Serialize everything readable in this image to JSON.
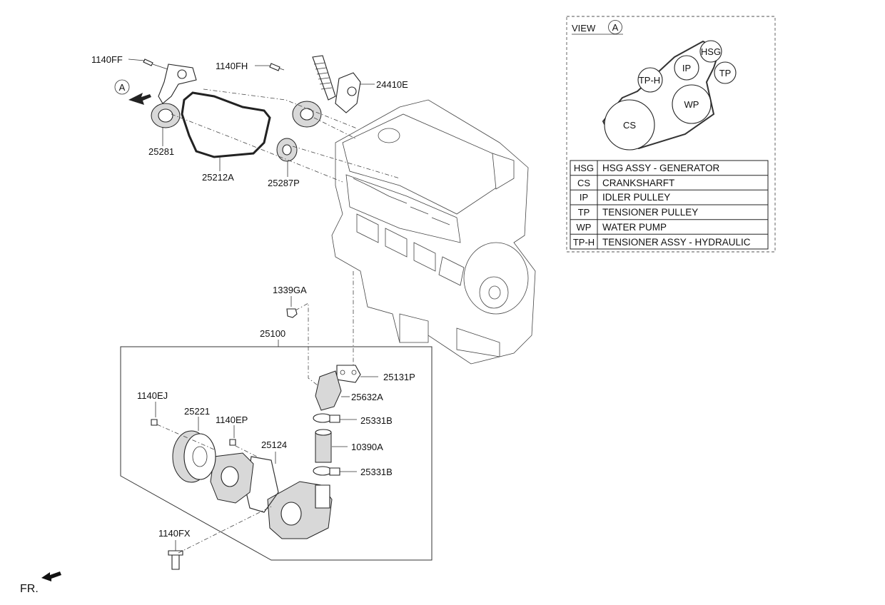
{
  "parts": {
    "p1140FF": "1140FF",
    "p1140FH": "1140FH",
    "p24410E": "24410E",
    "p25281": "25281",
    "p25212A": "25212A",
    "p25287P": "25287P",
    "p1339GA": "1339GA",
    "p25100": "25100",
    "p25131P": "25131P",
    "p25632A": "25632A",
    "p25331B_top": "25331B",
    "p10390A": "10390A",
    "p25331B_bottom": "25331B",
    "p1140EJ": "1140EJ",
    "p25221": "25221",
    "p1140EP": "1140EP",
    "p25124": "25124",
    "p1140FX": "1140FX"
  },
  "view_marker": "A",
  "front_label": "FR.",
  "view_box": {
    "title": "VIEW",
    "marker": "A",
    "pulleys": {
      "hsg": "HSG",
      "ip": "IP",
      "tph": "TP-H",
      "tp": "TP",
      "wp": "WP",
      "cs": "CS"
    }
  },
  "legend": [
    {
      "code": "HSG",
      "desc": "HSG ASSY - GENERATOR"
    },
    {
      "code": "CS",
      "desc": "CRANKSHARFT"
    },
    {
      "code": "IP",
      "desc": "IDLER PULLEY"
    },
    {
      "code": "TP",
      "desc": "TENSIONER PULLEY"
    },
    {
      "code": "WP",
      "desc": "WATER PUMP"
    },
    {
      "code": "TP-H",
      "desc": "TENSIONER ASSY - HYDRAULIC"
    }
  ]
}
